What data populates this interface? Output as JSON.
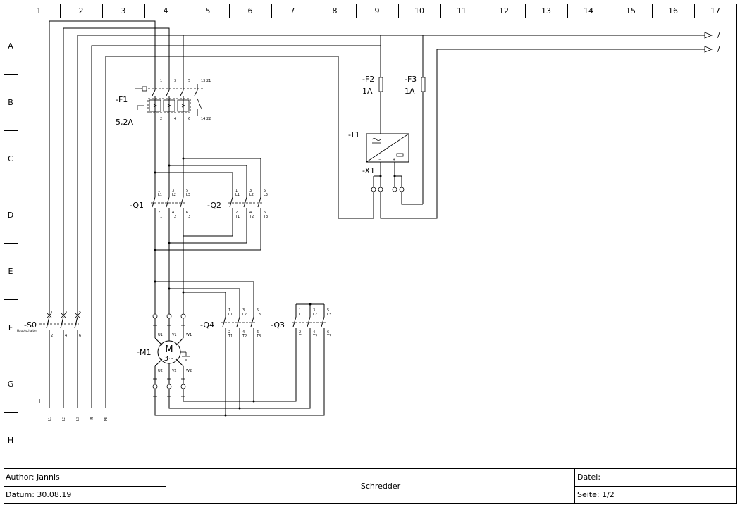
{
  "grid": {
    "columns": [
      "1",
      "2",
      "3",
      "4",
      "5",
      "6",
      "7",
      "8",
      "9",
      "10",
      "11",
      "12",
      "13",
      "14",
      "15",
      "16",
      "17"
    ],
    "rows": [
      "A",
      "B",
      "C",
      "D",
      "E",
      "F",
      "G",
      "H"
    ]
  },
  "components": {
    "f1": "-F1",
    "f1_rating": "5,2A",
    "f2": "-F2",
    "f2_rating": "1A",
    "f3": "-F3",
    "f3_rating": "1A",
    "t1": "-T1",
    "x1": "-X1",
    "q1": "-Q1",
    "q2": "-Q2",
    "q3": "-Q3",
    "q4": "-Q4",
    "s0": "-S0",
    "s0_sub": "Hauptschalter",
    "m1": "-M1",
    "m1_symbol": "M",
    "m1_phase": "3~"
  },
  "terminals": {
    "f1_top": [
      "1",
      "3",
      "5"
    ],
    "f1_bottom": [
      "2",
      "4",
      "6"
    ],
    "f1_aux_top": [
      "13",
      "21"
    ],
    "f1_aux_bottom": [
      "14",
      "22"
    ],
    "contactor_top_num": [
      "1",
      "3",
      "5"
    ],
    "contactor_top_lbl": [
      "L1",
      "L2",
      "L3"
    ],
    "contactor_bot_num": [
      "2",
      "4",
      "6"
    ],
    "contactor_bot_lbl": [
      "T1",
      "T2",
      "T3"
    ],
    "motor_top": [
      "U1",
      "V1",
      "W1"
    ],
    "motor_bottom": [
      "U2",
      "V2",
      "W2"
    ],
    "s0_top": [
      "1",
      "3",
      "5"
    ],
    "s0_bottom": [
      "2",
      "4",
      "6"
    ],
    "supply": [
      "L1",
      "L2",
      "L3",
      "N",
      "PE"
    ],
    "t1_minus": "−",
    "t1_plus": "+"
  },
  "arrows": {
    "slash": "/"
  },
  "title_block": {
    "author": "Author: Jannis",
    "date": "Datum: 30.08.19",
    "title": "Schredder",
    "file": "Datei:",
    "page": "Seite: 1/2"
  }
}
